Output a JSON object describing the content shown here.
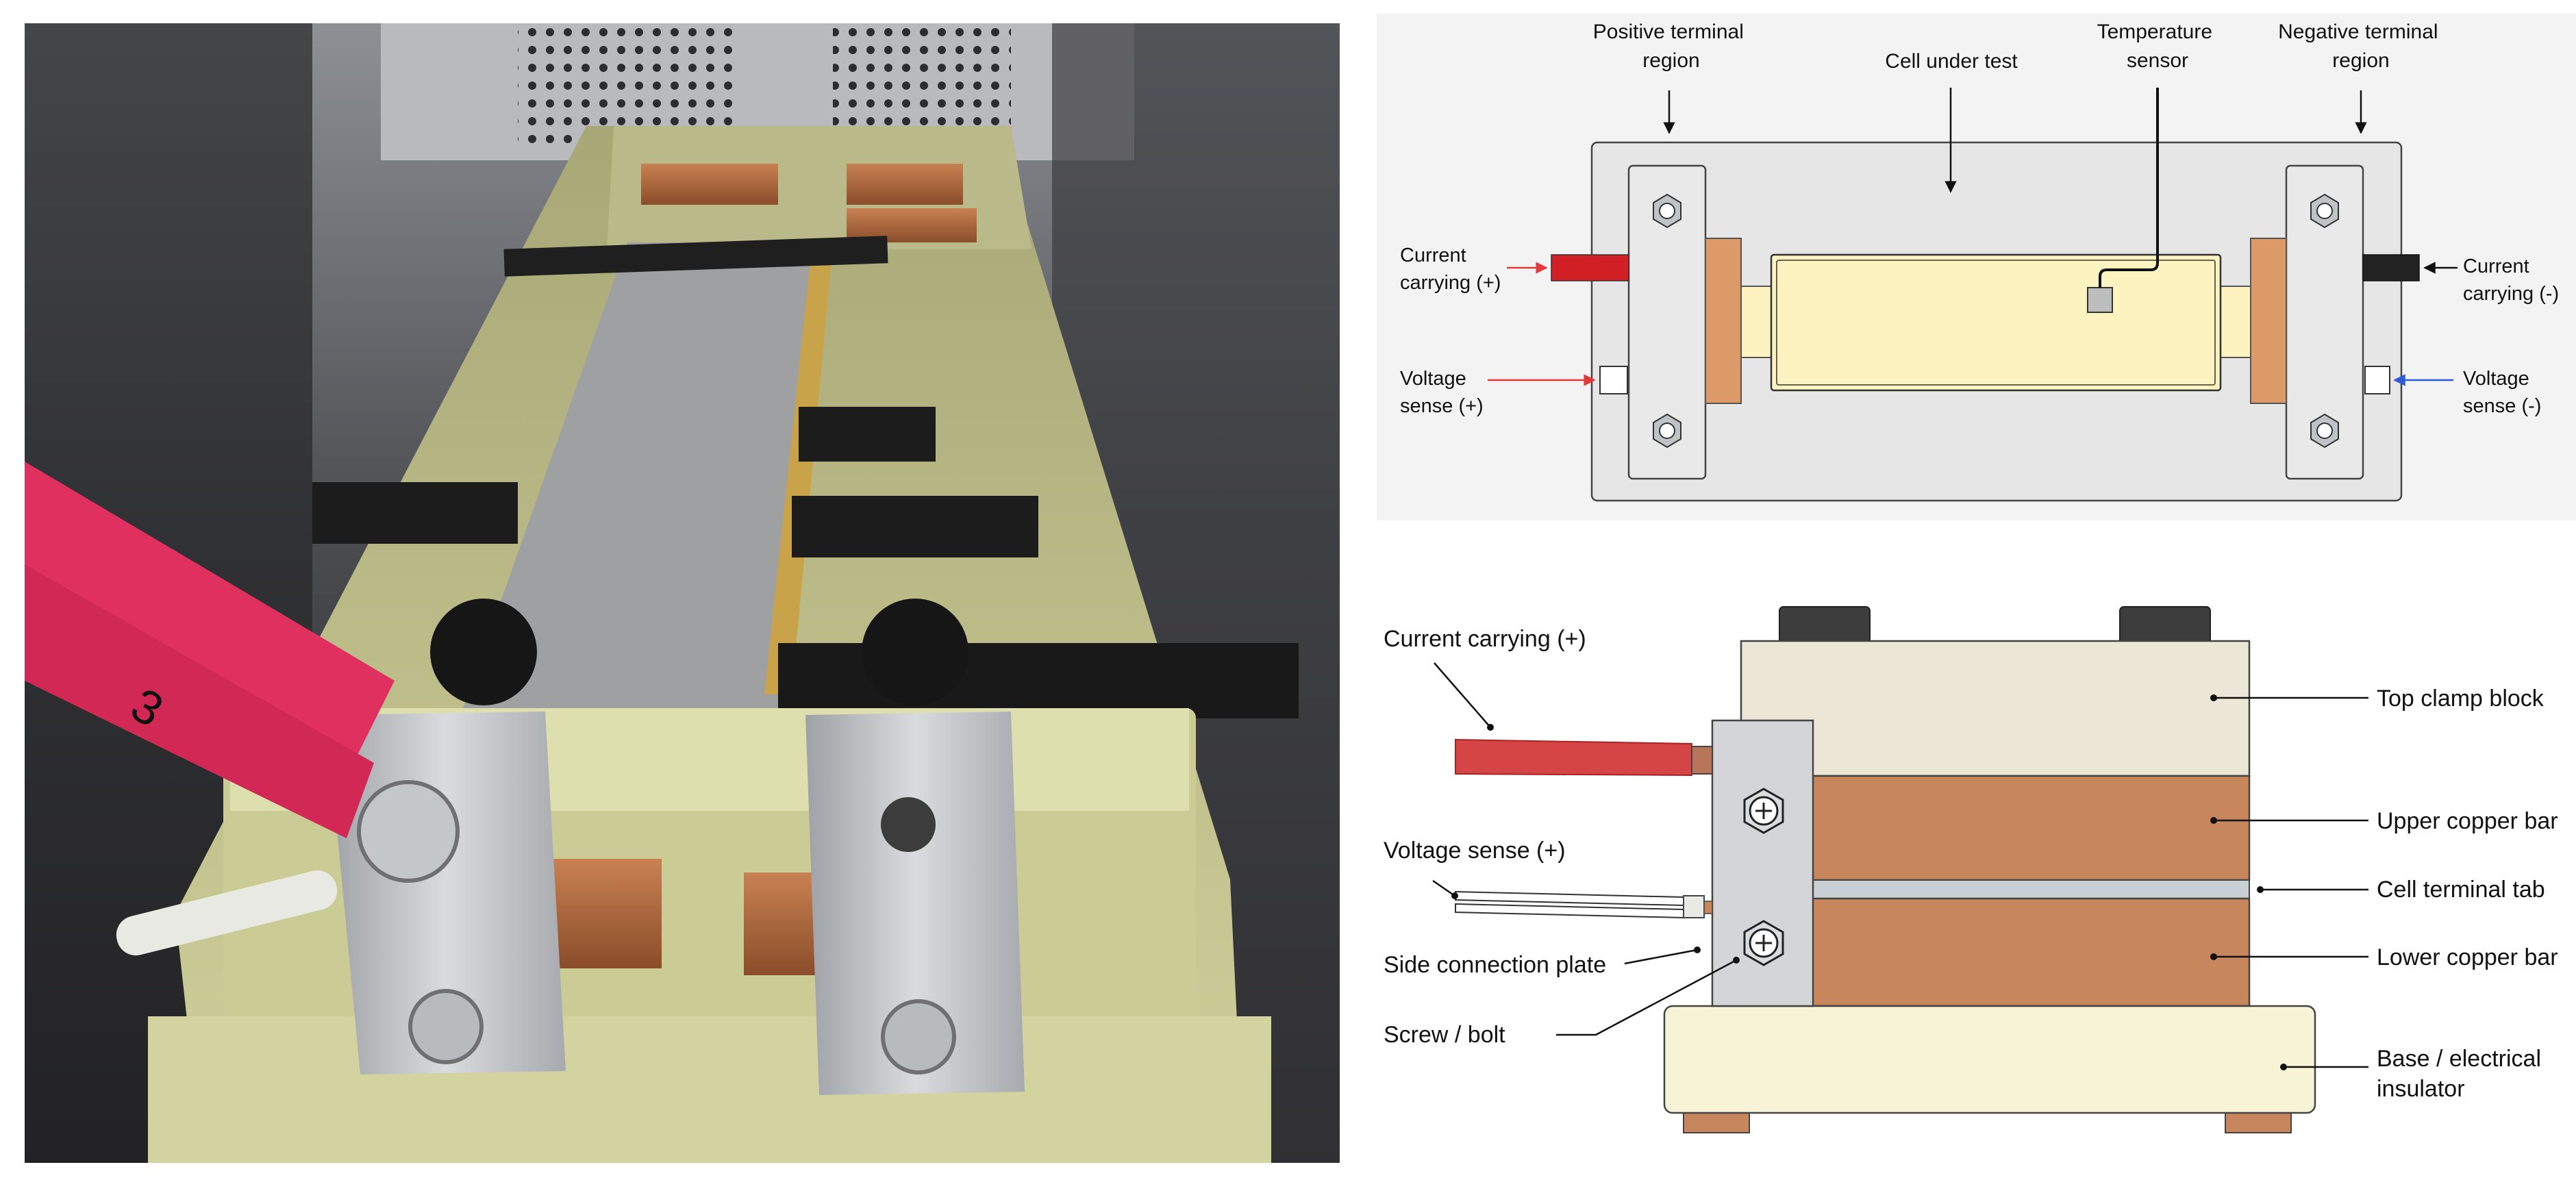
{
  "photo": {
    "alt": "Photograph of the cell test fixture",
    "marker_label": "3"
  },
  "top_diagram": {
    "labels": {
      "positive_terminal": [
        "Positive terminal",
        "region"
      ],
      "cell_under_test": "Cell under test",
      "temperature_sensor": [
        "Temperature",
        "sensor"
      ],
      "negative_terminal": [
        "Negative terminal",
        "region"
      ],
      "current_carrying_pos": [
        "Current",
        "carrying (+)"
      ],
      "voltage_sense_pos": [
        "Voltage",
        "sense (+)"
      ],
      "current_carrying_neg": [
        "Current",
        "carrying (-)"
      ],
      "voltage_sense_neg": [
        "Voltage",
        "sense (-)"
      ]
    },
    "colors": {
      "current_pos": "#d32026",
      "current_neg": "#222222",
      "arrow_pos": "#e23a3a",
      "arrow_neg": "#2b5bd7",
      "cell_fill": "#fdf3c0",
      "copper": "#dc9a68"
    }
  },
  "bottom_diagram": {
    "labels": {
      "current_carrying": "Current carrying (+)",
      "voltage_sense": "Voltage sense (+)",
      "side_plate": "Side connection plate",
      "screw": "Screw / bolt",
      "top_clamp": "Top clamp block",
      "upper_copper": "Upper copper bar",
      "cell_tab": "Cell terminal tab",
      "lower_copper": "Lower copper bar",
      "base": [
        "Base / electrical",
        "insulator"
      ]
    },
    "colors": {
      "clamp_block": "#ebe6d6",
      "copper_bar": "#c7865b",
      "tab": "#c8cfd5",
      "base": "#f7f3d6",
      "cable": "#d64545",
      "plate": "#d3d5d8"
    }
  }
}
